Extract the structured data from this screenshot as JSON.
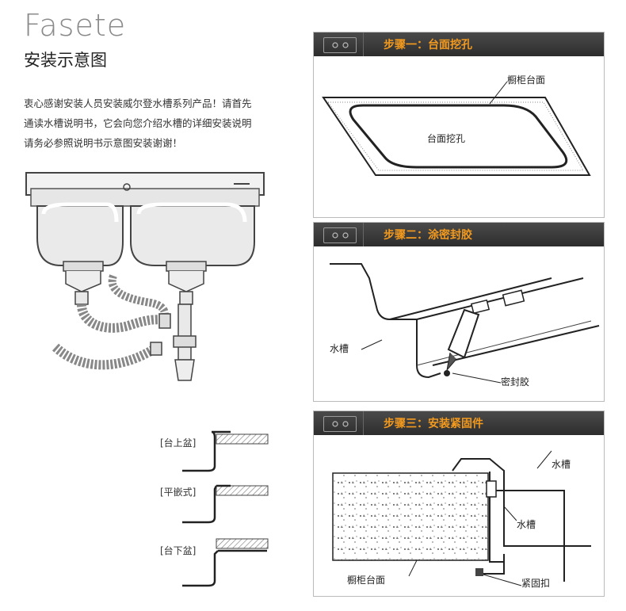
{
  "brand": "Fasete",
  "subtitle": "安装示意图",
  "intro_lines": [
    "衷心感谢安装人员安装威尔登水槽系列产品！请首先",
    "通读水槽说明书，它会向您介绍水槽的详细安装说明",
    "请务必参照说明书示意图安装谢谢！"
  ],
  "install_types": [
    "[台上盆]",
    "[平嵌式]",
    "[台下盆]"
  ],
  "steps": [
    {
      "title": "步骤一：台面挖孔",
      "labels": [
        "橱柜台面",
        "台面挖孔"
      ]
    },
    {
      "title": "步骤二：涂密封胶",
      "labels": [
        "水槽",
        "密封胶"
      ]
    },
    {
      "title": "步骤三：安装紧固件",
      "labels": [
        "水槽",
        "水槽",
        "橱柜台面",
        "紧固扣"
      ]
    }
  ],
  "colors": {
    "header_bg": "#333333",
    "step_title": "#f39a1e",
    "brand_gray": "#8a8a8a"
  }
}
